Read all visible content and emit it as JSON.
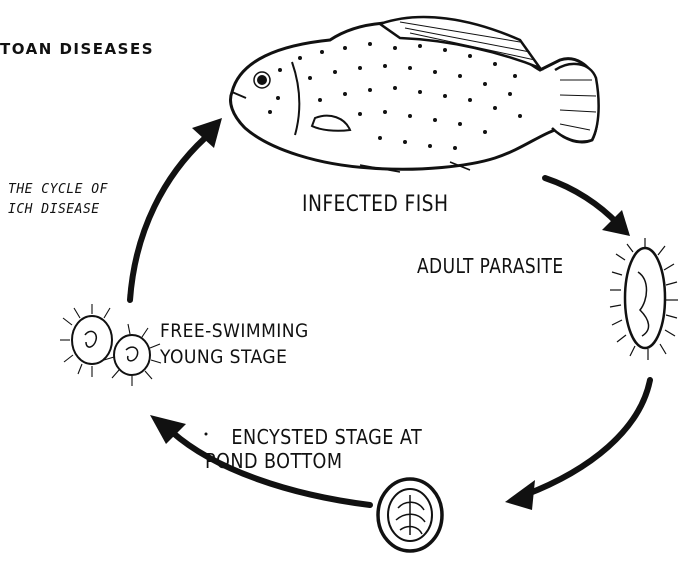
{
  "header_text": "TOAN DISEASES",
  "caption": {
    "line1": "THE CYCLE OF",
    "line2": "ICH DISEASE"
  },
  "stages": {
    "infected_fish": "INFECTED FISH",
    "adult_parasite": "ADULT PARASITE",
    "free_swimming_line1": "FREE-SWIMMING",
    "free_swimming_line2": "YOUNG STAGE",
    "encysted_line1": "ENCYSTED STAGE AT",
    "encysted_line2": "POND BOTTOM"
  },
  "colors": {
    "ink": "#111111",
    "paper": "#ffffff"
  }
}
